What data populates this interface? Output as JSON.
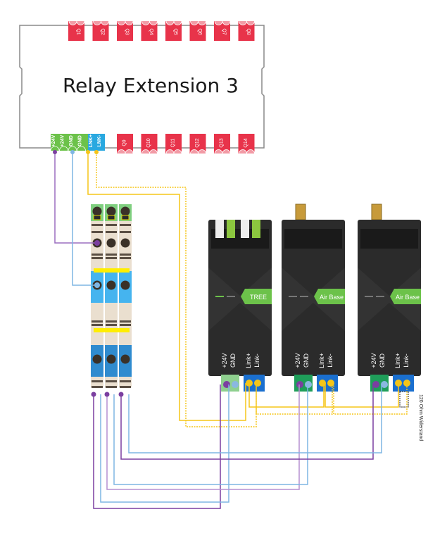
{
  "relay": {
    "title": "Relay Extension 3",
    "top_outputs": [
      "Q1",
      "Q2",
      "Q3",
      "Q4",
      "Q5",
      "Q6",
      "Q7",
      "Q8"
    ],
    "bottom_outputs": [
      "Q9",
      "Q10",
      "Q11",
      "Q12",
      "Q13",
      "Q14"
    ],
    "power_terminals": [
      "+24V",
      "+24V",
      "GND",
      "GND"
    ],
    "link_terminals": [
      "LNK+",
      "LNK-"
    ]
  },
  "devices": [
    {
      "name": "TREE",
      "terminals": [
        "+24V",
        "GND",
        "Link+",
        "Link-"
      ]
    },
    {
      "name": "Air Base",
      "terminals": [
        "+24V",
        "GND",
        "Link+",
        "Link-"
      ]
    },
    {
      "name": "Air Base",
      "terminals": [
        "+24V",
        "GND",
        "Link+",
        "Link-"
      ]
    }
  ],
  "terminal_block": {
    "columns": 3
  },
  "annotation": "120 Ohm Widerstand",
  "colors": {
    "output_red": "#e8334a",
    "power_green": "#6cc24a",
    "link_blue": "#29a8e0",
    "wire_purple": "#7b3fa0",
    "wire_purple_light": "#b58fd0",
    "wire_blue": "#7eb6e4",
    "wire_link": "#f5c518",
    "device_body": "#2a2a2a",
    "device_accent": "#6cc24a"
  }
}
